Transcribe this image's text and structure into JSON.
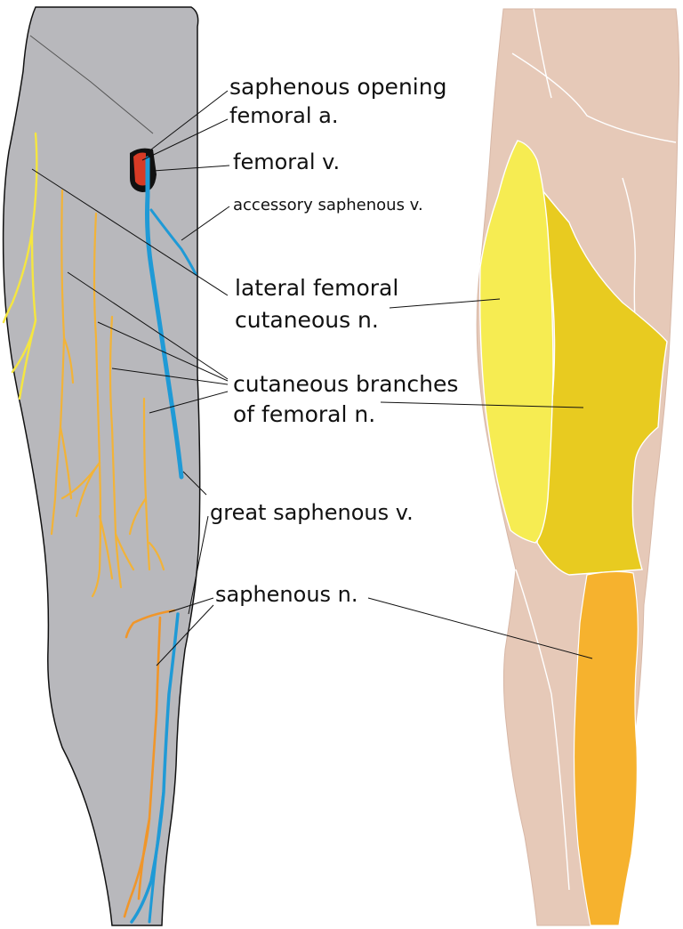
{
  "colors": {
    "leg_gray": "#b8b8bc",
    "skin": "#e6c9b8",
    "vein_blue": "#1f9ad6",
    "nerve_yellow": "#f5e640",
    "nerve_orange": "#f2a52d",
    "femoral_artery_red": "#d73b26",
    "zone_lateral_cutaneous": "#f6ec52",
    "zone_femoral_branches": "#e8cb20",
    "zone_saphenous": "#f6b22e"
  },
  "labels": {
    "saphenous_opening": "saphenous opening",
    "femoral_artery": "femoral a.",
    "femoral_vein": "femoral v.",
    "accessory_saphenous_vein": "accessory saphenous v.",
    "lateral_femoral_line1": "lateral femoral",
    "lateral_femoral_line2": "cutaneous n.",
    "cutaneous_branches_line1": "cutaneous branches",
    "cutaneous_branches_line2": "of femoral n.",
    "great_saphenous_vein": "great saphenous v.",
    "saphenous_nerve": "saphenous n."
  }
}
